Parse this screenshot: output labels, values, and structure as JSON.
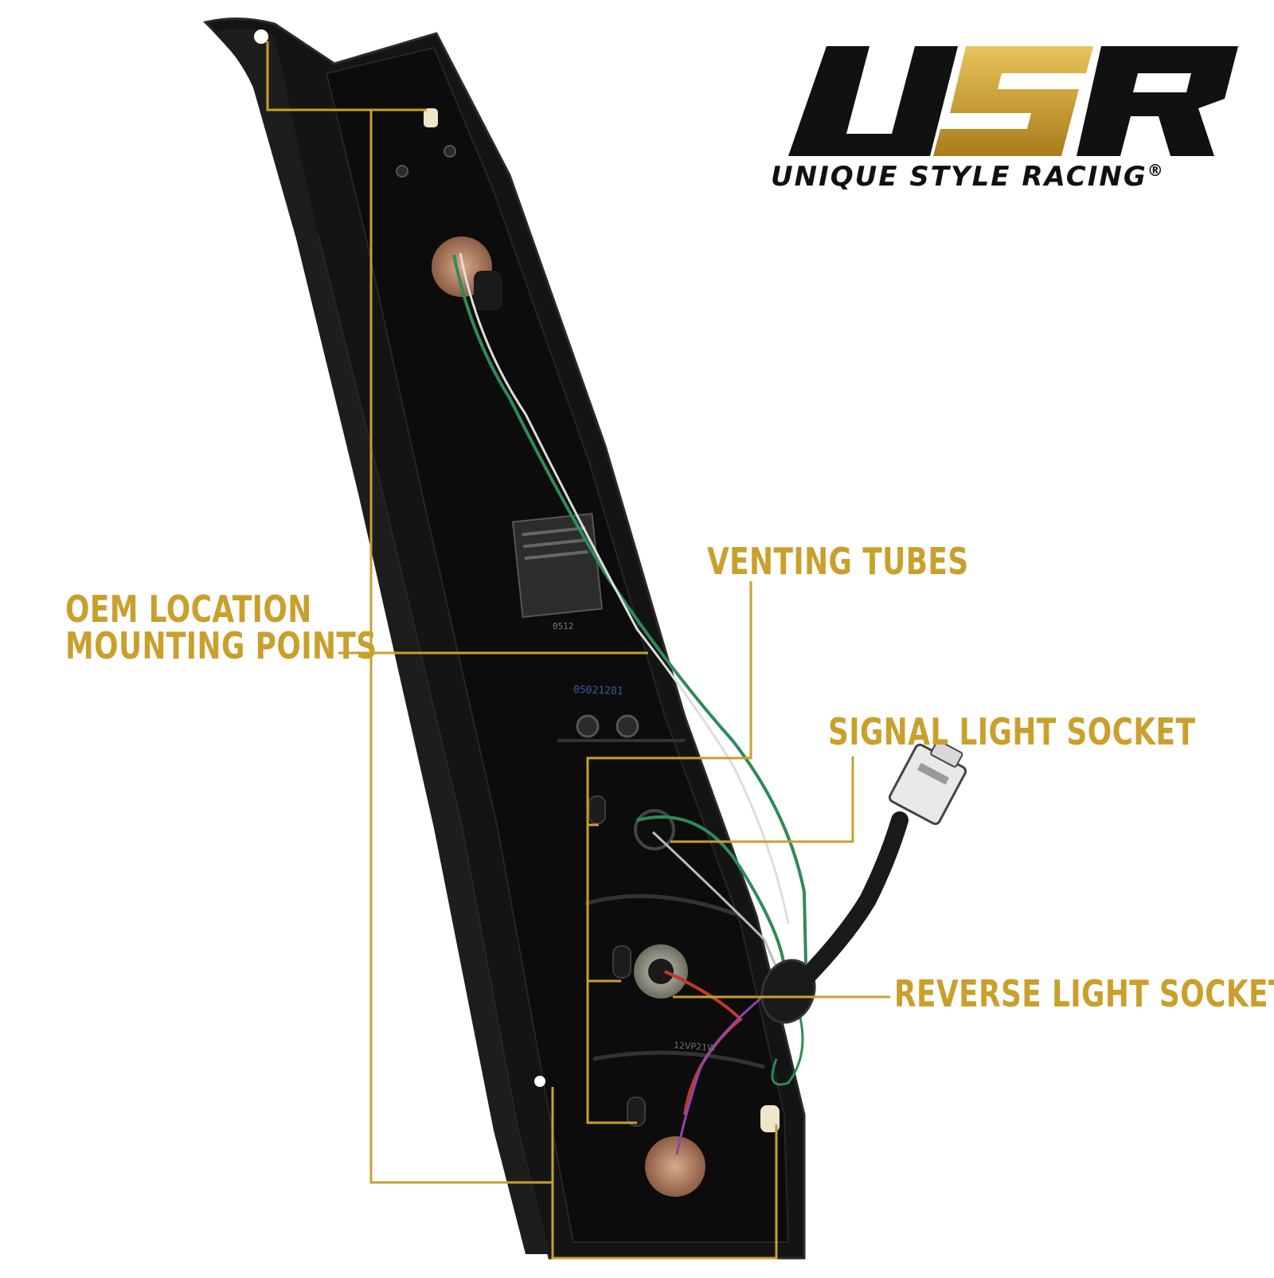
{
  "brand": {
    "logo_letters": "USR",
    "name": "UNIQUE STYLE RACING",
    "registered_mark": "®"
  },
  "callouts": {
    "oem_location_line1": "OEM LOCATION",
    "oem_location_line2": "MOUNTING POINTS",
    "venting_tubes": "VENTING TUBES",
    "signal_light_socket": "SIGNAL LIGHT SOCKET",
    "reverse_light_socket": "REVERSE LIGHT SOCKET"
  },
  "housing_markings": {
    "bulb_code": "12VP21W",
    "date_code": "05021281",
    "part_code": "0512"
  },
  "colors": {
    "gold": "#c9a02c",
    "housing": "#121212",
    "wire_green": "#2e8b57",
    "wire_red": "#c0392b"
  }
}
